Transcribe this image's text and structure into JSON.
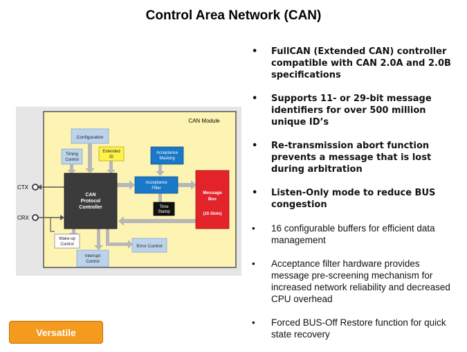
{
  "title": "Control Area Network (CAN)",
  "bullets": [
    {
      "text": "FullCAN (Extended CAN) controller compatible with CAN 2.0A and 2.0B specifications",
      "bold": true
    },
    {
      "text": "Supports 11- or 29-bit message identifiers for over 500 million unique ID’s",
      "bold": true
    },
    {
      "text": "Re-transmission  abort function prevents a message that is lost during arbitration",
      "bold": true
    },
    {
      "text": "Listen-Only mode to reduce BUS congestion",
      "bold": true
    },
    {
      "text": "16 configurable buffers for efficient data management",
      "bold": false
    },
    {
      "text": "Acceptance filter hardware provides message pre-screening mechanism for increased network reliability  and decreased CPU overhead",
      "bold": false
    },
    {
      "text": "Forced BUS-Off Restore function for quick state recovery",
      "bold": false
    }
  ],
  "bullet_marker": "•",
  "diagram": {
    "module_label": "CAN Module",
    "configuration": "Configuration",
    "timing_control": [
      "Timing",
      "Control"
    ],
    "extended_id": [
      "Extended",
      "ID"
    ],
    "acceptance_masking": [
      "Acceptance",
      "Masking"
    ],
    "acceptance_filter": [
      "Acceptance",
      "Filter"
    ],
    "can_protocol_controller": [
      "CAN",
      "Protocol",
      "Controller"
    ],
    "message_box": [
      "Message",
      "Box",
      "(16 Slots)"
    ],
    "time_stamp": [
      "Time",
      "Stamp"
    ],
    "wakeup_control": [
      "Wake-up",
      "Control"
    ],
    "interrupt_control": [
      "Interrupt",
      "Control"
    ],
    "error_control": "Error Control",
    "ctx": "CTX",
    "crx": "CRX"
  },
  "badge": "Versatile",
  "colors": {
    "module_bg": "#fdf4b4",
    "outer_bg": "#e6e6e6",
    "light_block": "#bcd3ec",
    "blue_block": "#1a78c8",
    "dark_block": "#3b3b3b",
    "red_block": "#e3232a",
    "yellow_block": "#fff24a",
    "arrow": "#b7b7b7",
    "badge": "#f49a1e"
  }
}
